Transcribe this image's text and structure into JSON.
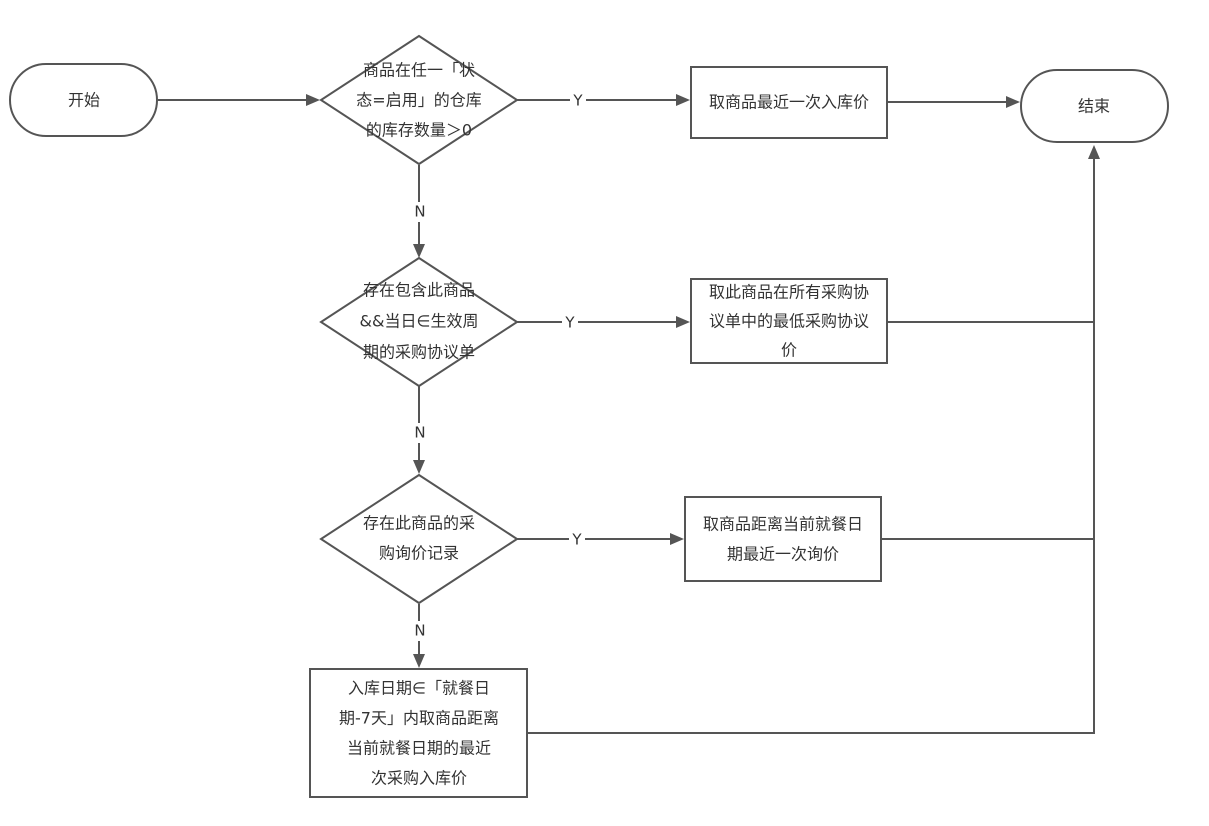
{
  "diagram": {
    "colors": {
      "stroke": "#555555",
      "text": "#333333",
      "background": "#ffffff"
    },
    "nodes": {
      "start": {
        "lines": [
          "开始"
        ]
      },
      "end": {
        "lines": [
          "结束"
        ]
      },
      "decision1": {
        "lines": [
          "商品在任一「状",
          "态=启用」的仓库",
          "的库存数量＞0"
        ]
      },
      "decision2": {
        "lines": [
          "存在包含此商品",
          "&&当日∈生效周",
          "期的采购协议单"
        ]
      },
      "decision3": {
        "lines": [
          "存在此商品的采",
          "购询价记录"
        ]
      },
      "process1": {
        "lines": [
          "取商品最近一次入库价"
        ]
      },
      "process2": {
        "lines": [
          "取此商品在所有采购协",
          "议单中的最低采购协议",
          "价"
        ]
      },
      "process3": {
        "lines": [
          "取商品距离当前就餐日",
          "期最近一次询价"
        ]
      },
      "process4": {
        "lines": [
          "入库日期∈「就餐日",
          "期-7天」内取商品距离",
          "当前就餐日期的最近",
          "次采购入库价"
        ]
      }
    },
    "edge_labels": {
      "d1_yes": "Y",
      "d1_no": "N",
      "d2_yes": "Y",
      "d2_no": "N",
      "d3_yes": "Y",
      "d3_no": "N"
    }
  }
}
